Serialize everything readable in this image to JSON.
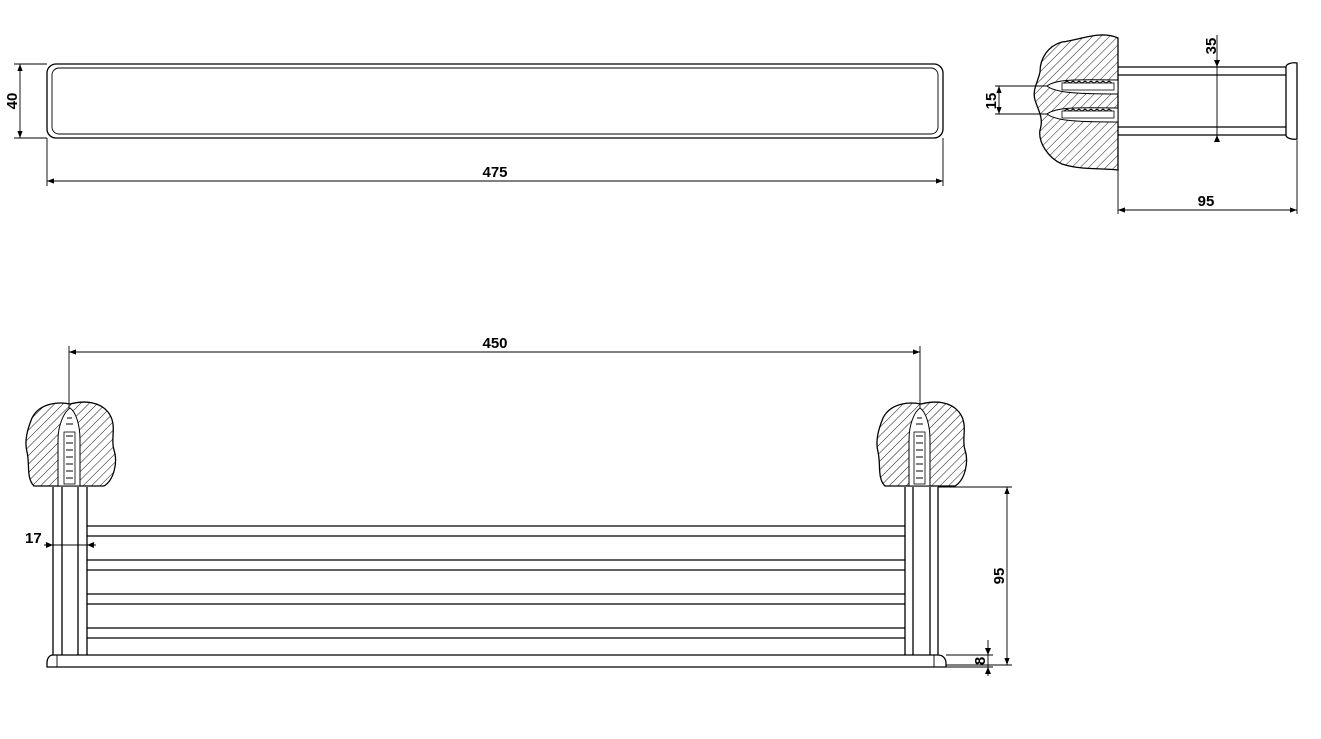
{
  "drawing": {
    "title": "Towel rack technical drawing",
    "views": {
      "top": {
        "width_label": "475",
        "depth_label": "40"
      },
      "side": {
        "projection_label": "95",
        "tube_label": "35",
        "fixing_spacing_label": "15"
      },
      "front": {
        "fixing_distance_label": "450",
        "post_label": "17",
        "height_label": "95",
        "base_label": "8"
      }
    },
    "colors": {
      "line": "#000000",
      "background": "#ffffff"
    }
  }
}
